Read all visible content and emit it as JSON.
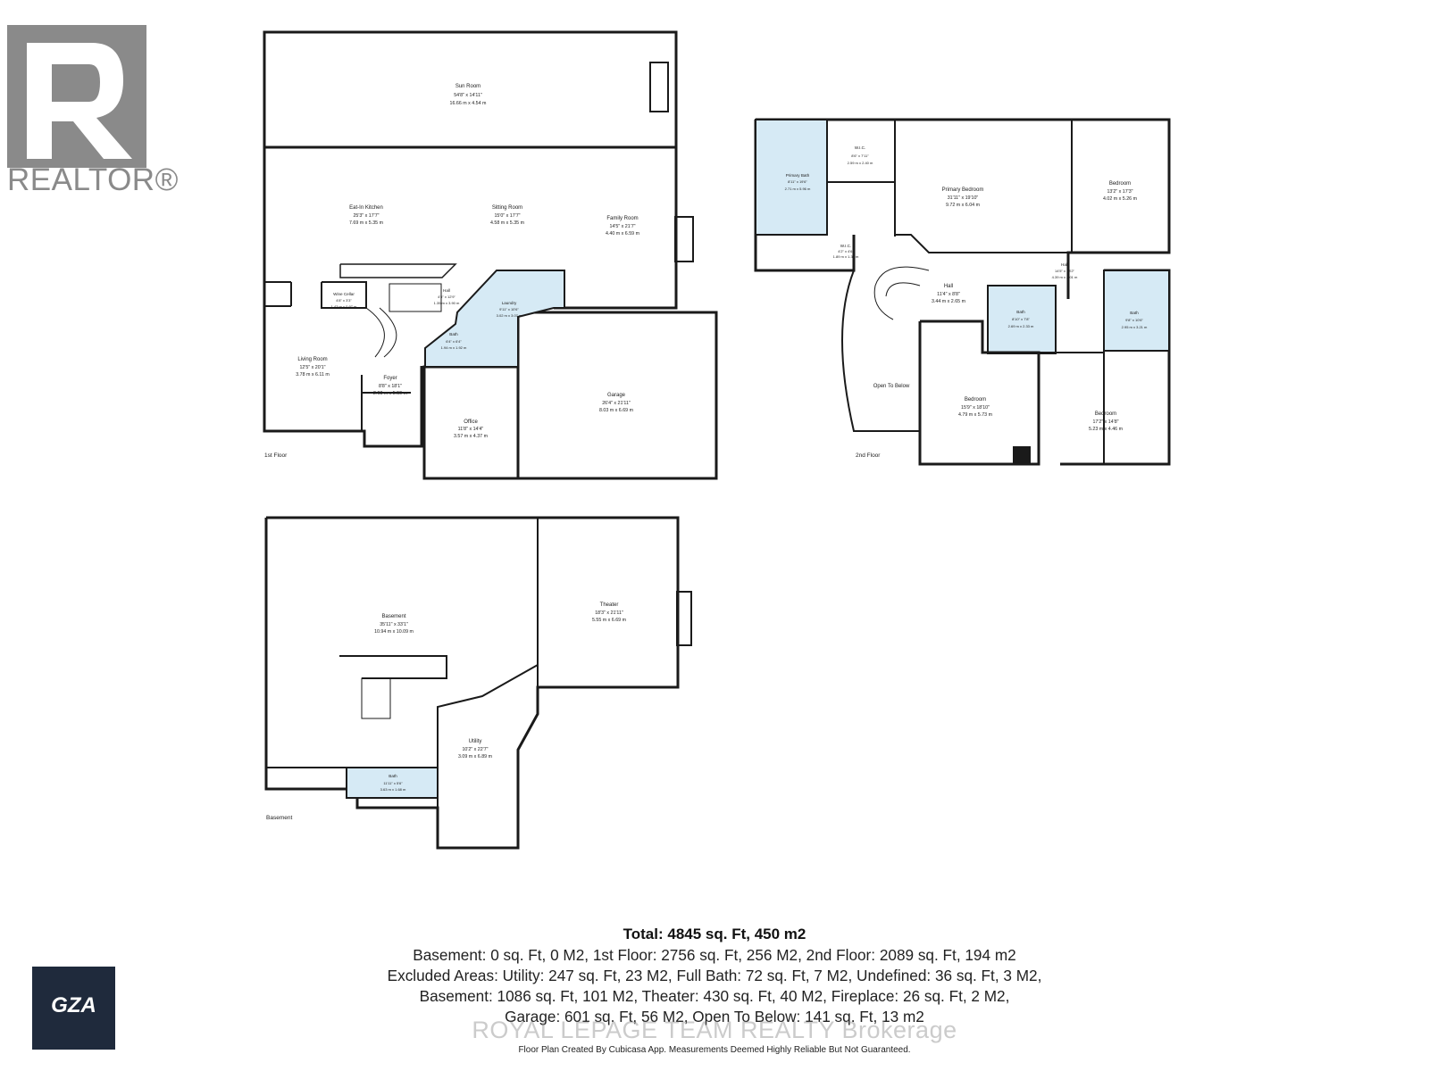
{
  "logos": {
    "realtor": "REALTOR®",
    "gza": "GZA"
  },
  "floors": {
    "first": "1st Floor",
    "second": "2nd Floor",
    "basement": "Basement"
  },
  "rooms": {
    "sun_room": {
      "name": "Sun Room",
      "imperial": "54'8\" x 14'11\"",
      "metric": "16.66 m x 4.54 m"
    },
    "eat_in_kitchen": {
      "name": "Eat-In Kitchen",
      "imperial": "25'3\" x 17'7\"",
      "metric": "7.69 m x 5.35 m"
    },
    "sitting_room": {
      "name": "Sitting Room",
      "imperial": "15'0\" x 17'7\"",
      "metric": "4.58 m x 5.35 m"
    },
    "family_room": {
      "name": "Family Room",
      "imperial": "14'5\" x 21'7\"",
      "metric": "4.40 m x 6.59 m"
    },
    "hall_1": {
      "name": "Hall",
      "imperial": "4'5\" x 12'9\"",
      "metric": "1.35 m x 3.90 m"
    },
    "wine_cellar": {
      "name": "Wine Cellar",
      "imperial": "4'8\" x 3'3\"",
      "metric": "1.43 m x 0.97 m"
    },
    "laundry": {
      "name": "Laundry",
      "imperial": "9'11\" x 10'6\"",
      "metric": "3.02 m x 3.07 m"
    },
    "bath_1": {
      "name": "Bath",
      "imperial": "6'4\" x 6'4\"",
      "metric": "1.94 m x 1.92 m"
    },
    "living_room": {
      "name": "Living Room",
      "imperial": "12'5\" x 20'1\"",
      "metric": "3.78 m x 6.11 m"
    },
    "foyer": {
      "name": "Foyer",
      "imperial": "8'8\" x 18'1\"",
      "metric": "2.63 m x 5.50 m"
    },
    "office": {
      "name": "Office",
      "imperial": "11'8\" x 14'4\"",
      "metric": "3.57 m x 4.37 m"
    },
    "garage": {
      "name": "Garage",
      "imperial": "26'4\" x 21'11\"",
      "metric": "8.03 m x 6.69 m"
    },
    "primary_bath": {
      "name": "Primary Bath",
      "imperial": "8'11\" x 19'6\"",
      "metric": "2.71 m x 5.96 m"
    },
    "wic_1": {
      "name": "W.I.C.",
      "imperial": "8'6\" x 7'11\"",
      "metric": "2.59 m x 2.40 m"
    },
    "wic_2": {
      "name": "W.I.C.",
      "imperial": "4'2\" x 4'6\"",
      "metric": "1.89 m x 1.37 m"
    },
    "primary_bedroom": {
      "name": "Primary Bedroom",
      "imperial": "31'11\" x 19'10\"",
      "metric": "9.72 m x 6.04 m"
    },
    "bedroom_ne": {
      "name": "Bedroom",
      "imperial": "13'2\" x 17'3\"",
      "metric": "4.02 m x 5.26 m"
    },
    "hall_2a": {
      "name": "Hall",
      "imperial": "11'4\" x 8'8\"",
      "metric": "3.44 m x 2.65 m"
    },
    "hall_2b": {
      "name": "Hall",
      "imperial": "14'5\" x 13'2\"",
      "metric": "4.39 m x 4.01 m"
    },
    "bath_2a": {
      "name": "Bath",
      "imperial": "8'10\" x 7'8\"",
      "metric": "2.69 m x 2.33 m"
    },
    "bath_2b": {
      "name": "Bath",
      "imperial": "9'8\" x 10'6\"",
      "metric": "2.95 m x 3.21 m"
    },
    "open_to_below": {
      "name": "Open To Below"
    },
    "bedroom_s1": {
      "name": "Bedroom",
      "imperial": "15'9\" x 18'10\"",
      "metric": "4.79 m x 5.73 m"
    },
    "bedroom_s2": {
      "name": "Bedroom",
      "imperial": "17'2\" x 14'8\"",
      "metric": "5.23 m x 4.46 m"
    },
    "basement": {
      "name": "Basement",
      "imperial": "35'11\" x 33'1\"",
      "metric": "10.94 m x 10.09 m"
    },
    "theater": {
      "name": "Theater",
      "imperial": "18'3\" x 21'11\"",
      "metric": "5.55 m x 6.69 m"
    },
    "utility": {
      "name": "Utility",
      "imperial": "10'2\" x 22'7\"",
      "metric": "3.09 m x 6.89 m"
    },
    "bath_b": {
      "name": "Bath",
      "imperial": "11'11\" x 5'6\"",
      "metric": "3.63 m x 1.68 m"
    }
  },
  "summary": {
    "total": "Total: 4845 sq. Ft, 450 m2",
    "line1": "Basement: 0 sq. Ft, 0 M2, 1st Floor: 2756 sq. Ft, 256 M2, 2nd Floor: 2089 sq. Ft, 194 m2",
    "line2": "Excluded Areas: Utility: 247 sq. Ft, 23 M2, Full Bath: 72 sq. Ft, 7 M2, Undefined: 36 sq. Ft, 3 M2,",
    "line3": "Basement: 1086 sq. Ft, 101 M2, Theater: 430 sq. Ft, 40 M2, Fireplace: 26 sq. Ft, 2 M2,",
    "line4": "Garage: 601 sq. Ft, 56 M2, Open To Below: 141 sq. Ft, 13 m2",
    "watermark": "ROYAL LEPAGE TEAM REALTY Brokerage",
    "credit": "Floor Plan Created By Cubicasa App. Measurements Deemed Highly Reliable But Not Guaranteed."
  },
  "colors": {
    "wall": "#1a1a1a",
    "wet_area": "#d6eaf5",
    "realtor_grey": "#8a8a8a",
    "gza_bg": "#1f2a3c"
  }
}
